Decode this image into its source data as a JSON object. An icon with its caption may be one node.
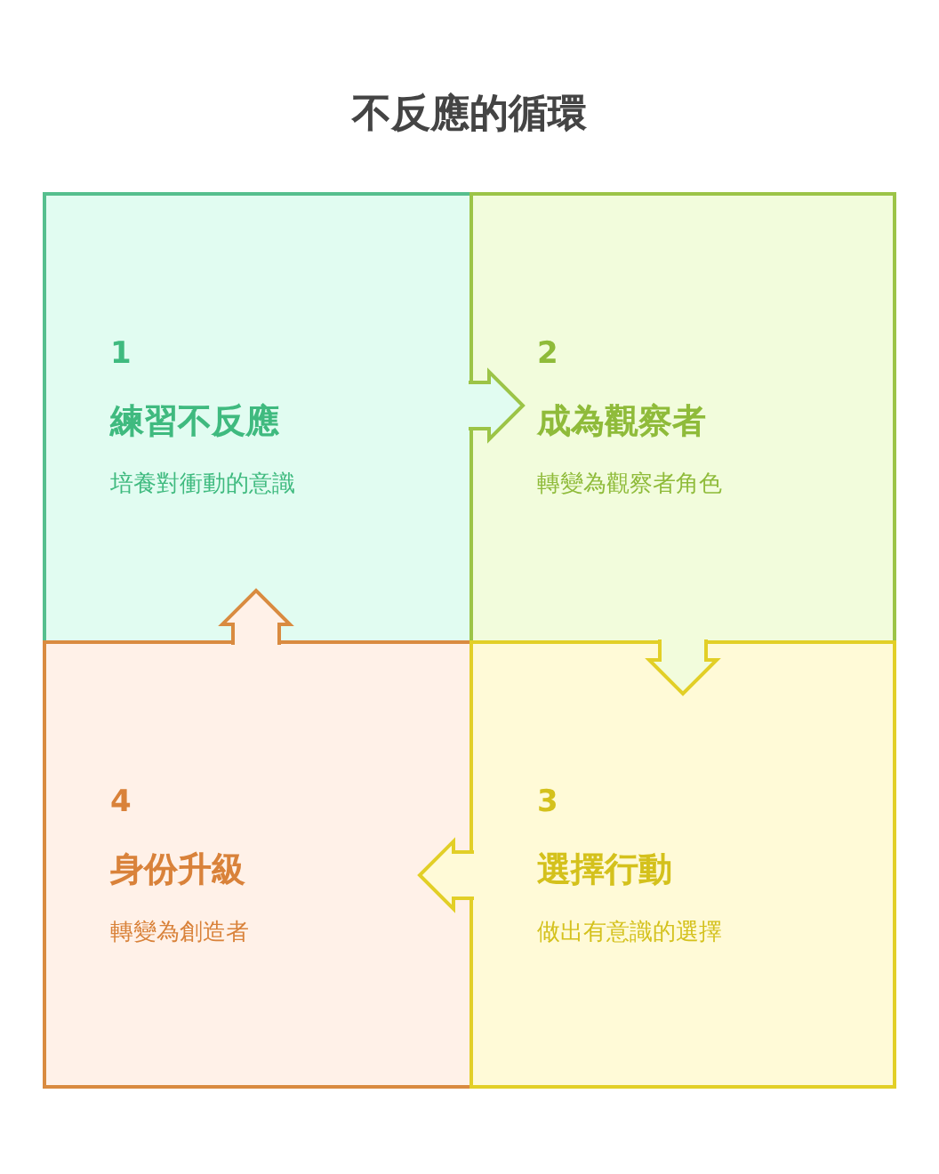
{
  "diagram": {
    "title": "不反應的循環",
    "nodes": [
      {
        "text": [
          "1",
          "練習不反應",
          "培養對衝動的意識"
        ]
      },
      {
        "text": [
          "2",
          "成為觀察者",
          "轉變為觀察者角色"
        ]
      },
      {
        "text": [
          "3",
          "選擇行動",
          "做出有意識的選擇"
        ]
      },
      {
        "text": [
          "4",
          "身份升級",
          "轉變為創造者"
        ]
      }
    ],
    "edges": [
      {
        "from": 0,
        "to": 1,
        "arrow": "to",
        "color": "#9cc447"
      },
      {
        "from": 1,
        "to": 2,
        "arrow": "to",
        "color": "#e2cf27"
      },
      {
        "from": 2,
        "to": 3,
        "arrow": "to",
        "color": "#e2cf27"
      },
      {
        "from": 3,
        "to": 0,
        "arrow": "to",
        "color": "#d98b40"
      }
    ]
  }
}
